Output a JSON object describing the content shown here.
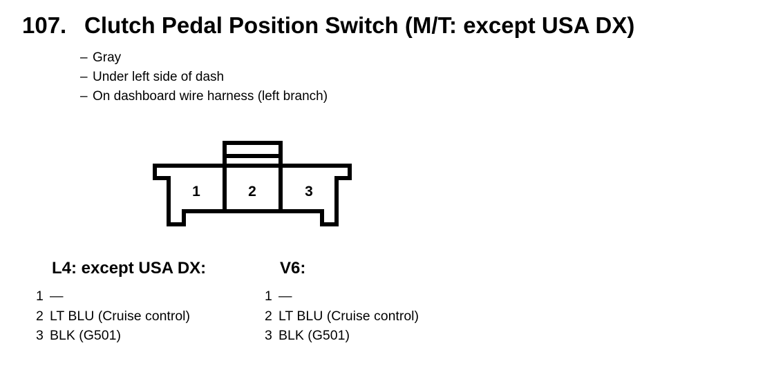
{
  "page": {
    "background": "#ffffff",
    "ink": "#000000"
  },
  "header": {
    "number": "107.",
    "title": "Clutch Pedal Position Switch (M/T: except USA DX)"
  },
  "notes": {
    "dash": "–",
    "items": [
      "Gray",
      "Under left side of dash",
      "On dashboard wire harness (left branch)"
    ]
  },
  "connector": {
    "description": "3-cavity connector, terminal side view with top latch tab",
    "pins": [
      "1",
      "2",
      "3"
    ]
  },
  "pinouts": [
    {
      "heading": "L4: except USA DX:",
      "rows": [
        {
          "pin": "1",
          "wire": "—"
        },
        {
          "pin": "2",
          "wire": "LT BLU (Cruise control)"
        },
        {
          "pin": "3",
          "wire": "BLK (G501)"
        }
      ]
    },
    {
      "heading": "V6:",
      "rows": [
        {
          "pin": "1",
          "wire": "—"
        },
        {
          "pin": "2",
          "wire": "LT BLU (Cruise control)"
        },
        {
          "pin": "3",
          "wire": "BLK (G501)"
        }
      ]
    }
  ]
}
